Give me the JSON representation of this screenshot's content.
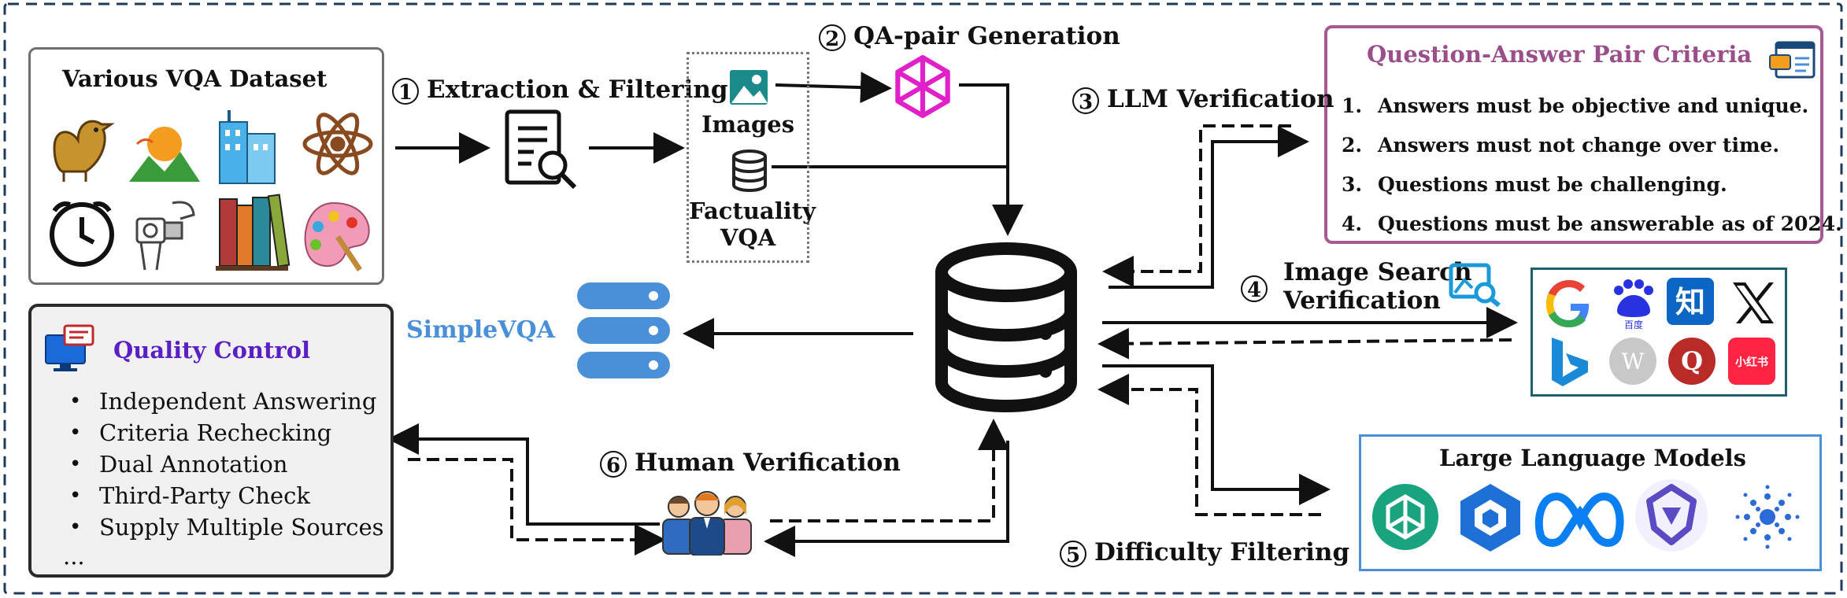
{
  "dataset_panel": {
    "title": "Various VQA Dataset",
    "icons": [
      "bird-icon",
      "sunset-landscape-icon",
      "buildings-icon",
      "atom-icon",
      "alarm-clock-icon",
      "camera-crew-icon",
      "books-icon",
      "paint-palette-icon"
    ]
  },
  "steps": {
    "s1": {
      "num": "1",
      "label": "Extraction & Filtering"
    },
    "s2": {
      "num": "2",
      "label": "QA-pair Generation"
    },
    "s3": {
      "num": "3",
      "label": "LLM Verification"
    },
    "s4": {
      "num": "4",
      "label_line1": "Image Search",
      "label_line2": "Verification"
    },
    "s5": {
      "num": "5",
      "label": "Difficulty Filtering"
    },
    "s6": {
      "num": "6",
      "label": "Human Verification"
    }
  },
  "factuality_box": {
    "images_label": "Images",
    "factuality_line1": "Factuality",
    "factuality_line2": "VQA"
  },
  "simplevqa": {
    "label": "SimpleVQA"
  },
  "criteria": {
    "title": "Question-Answer Pair Criteria",
    "items": [
      {
        "num": "1.",
        "text": "Answers must be objective and unique."
      },
      {
        "num": "2.",
        "text": "Answers must not change over time."
      },
      {
        "num": "3.",
        "text": "Questions must be challenging."
      },
      {
        "num": "4.",
        "text": "Questions must be answerable as of 2024."
      }
    ]
  },
  "search_engines": {
    "icons": [
      "google-icon",
      "baidu-icon",
      "zhihu-icon",
      "x-icon",
      "bing-icon",
      "wikipedia-icon",
      "quora-icon",
      "xiaohongshu-icon"
    ],
    "zhihu_glyph": "知",
    "xiaohongshu_text": "小红书",
    "baidu_text": "百度"
  },
  "llm_panel": {
    "title": "Large Language Models",
    "icons": [
      "openai-icon",
      "deepseek-cube-icon",
      "meta-icon",
      "qwen-icon",
      "dots-model-icon"
    ]
  },
  "quality_control": {
    "title": "Quality Control",
    "items": [
      "Independent Answering",
      "Criteria Rechecking",
      "Dual Annotation",
      "Third-Party Check",
      "Supply Multiple Sources",
      "..."
    ]
  },
  "colors": {
    "outer_dash": "#1f3a5a",
    "criteria_border": "#a55a92",
    "criteria_title": "#9a4e8a",
    "search_border": "#1f5f6e",
    "llm_border": "#4a90d9",
    "qc_title": "#5a1fc4",
    "simplevqa_text": "#4a90d9",
    "openai_magenta": "#e020c8",
    "db_blue": "#4a90d9"
  }
}
